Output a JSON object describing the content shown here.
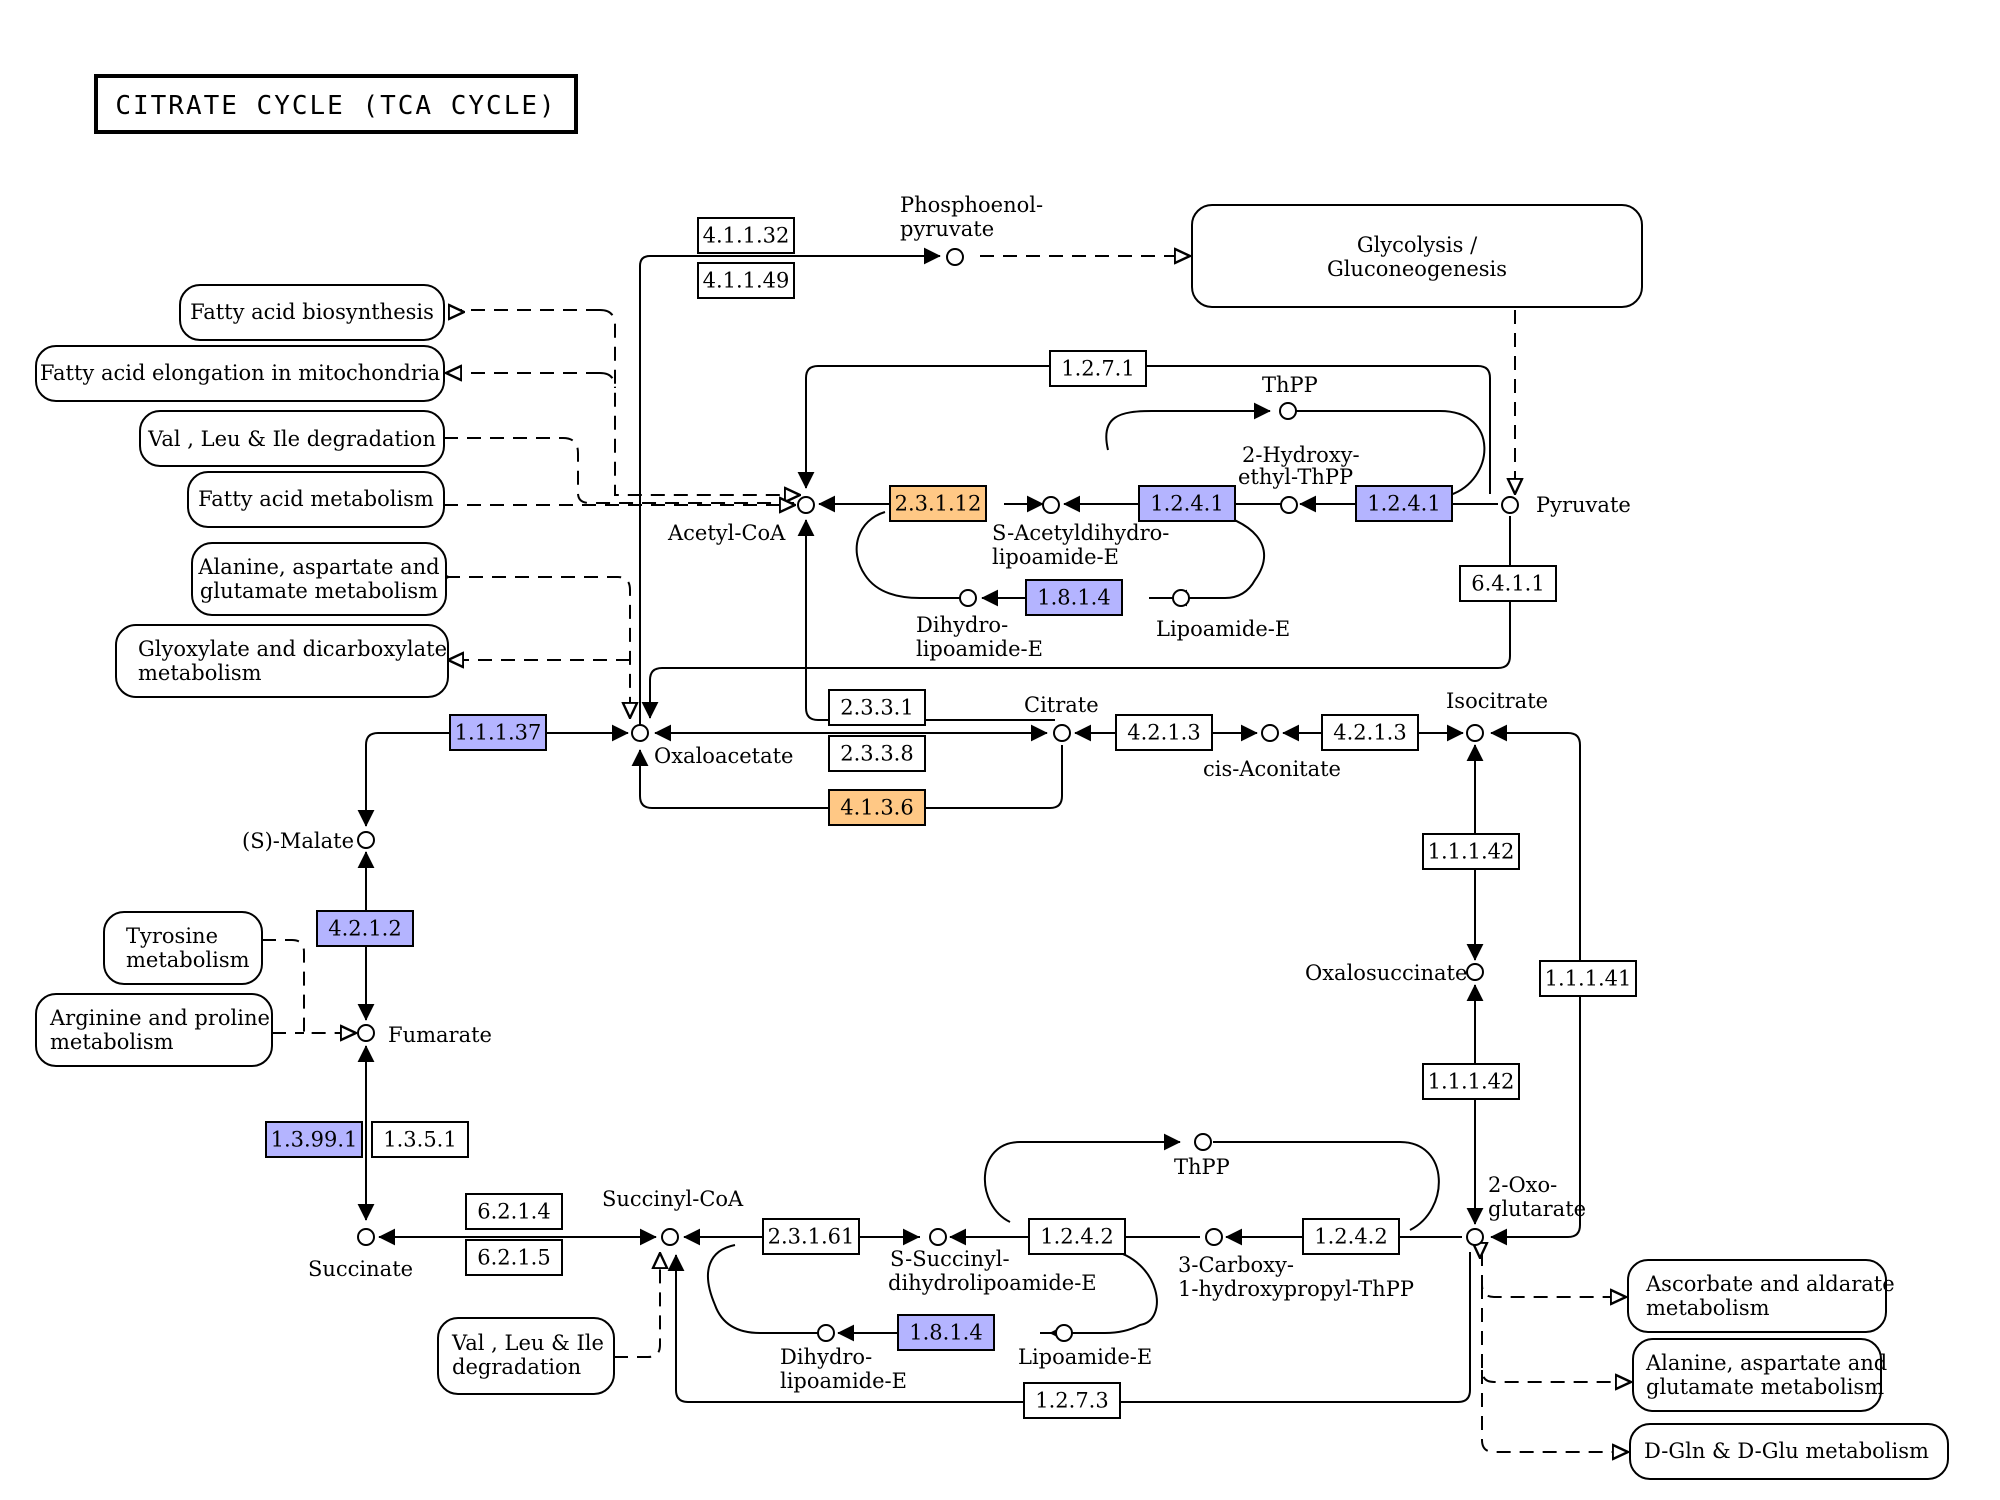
{
  "title": "CITRATE CYCLE (TCA CYCLE)",
  "colors": {
    "enzyme_default": "#ffffff",
    "enzyme_blue": "#b4b4ff",
    "enzyme_orange": "#ffc885",
    "line": "#000000"
  },
  "maps": {
    "glycolysis": [
      "Glycolysis /",
      "Gluconeogenesis"
    ],
    "fab": [
      "Fatty acid biosynthesis"
    ],
    "fa_elong": [
      "Fatty acid elongation in mitochondria"
    ],
    "vli1": [
      "Val , Leu & Ile degradation"
    ],
    "fa_met": [
      "Fatty acid metabolism"
    ],
    "ala1": [
      "Alanine, aspartate and",
      "glutamate metabolism"
    ],
    "glyox": [
      "Glyoxylate and dicarboxylate",
      "metabolism"
    ],
    "tyr": [
      "Tyrosine",
      "metabolism"
    ],
    "arg": [
      "Arginine and proline",
      "metabolism"
    ],
    "vli2": [
      "Val , Leu & Ile",
      "degradation"
    ],
    "asc": [
      "Ascorbate and aldarate",
      "metabolism"
    ],
    "ala2": [
      "Alanine, aspartate and",
      "glutamate metabolism"
    ],
    "dgln": [
      "D-Gln & D-Glu metabolism"
    ]
  },
  "enzymes": {
    "e4_1_1_32": {
      "label": "4.1.1.32",
      "color": "white"
    },
    "e4_1_1_49": {
      "label": "4.1.1.49",
      "color": "white"
    },
    "e1_2_7_1": {
      "label": "1.2.7.1",
      "color": "white"
    },
    "e2_3_1_12": {
      "label": "2.3.1.12",
      "color": "orange"
    },
    "e1_2_4_1a": {
      "label": "1.2.4.1",
      "color": "blue"
    },
    "e1_2_4_1b": {
      "label": "1.2.4.1",
      "color": "blue"
    },
    "e1_8_1_4a": {
      "label": "1.8.1.4",
      "color": "blue"
    },
    "e6_4_1_1": {
      "label": "6.4.1.1",
      "color": "white"
    },
    "e2_3_3_1": {
      "label": "2.3.3.1",
      "color": "white"
    },
    "e2_3_3_8": {
      "label": "2.3.3.8",
      "color": "white"
    },
    "e4_1_3_6": {
      "label": "4.1.3.6",
      "color": "orange"
    },
    "e4_2_1_3a": {
      "label": "4.2.1.3",
      "color": "white"
    },
    "e4_2_1_3b": {
      "label": "4.2.1.3",
      "color": "white"
    },
    "e1_1_1_37": {
      "label": "1.1.1.37",
      "color": "blue"
    },
    "e4_2_1_2": {
      "label": "4.2.1.2",
      "color": "blue"
    },
    "e1_1_1_42a": {
      "label": "1.1.1.42",
      "color": "white"
    },
    "e1_1_1_42b": {
      "label": "1.1.1.42",
      "color": "white"
    },
    "e1_1_1_41": {
      "label": "1.1.1.41",
      "color": "white"
    },
    "e1_3_99_1": {
      "label": "1.3.99.1",
      "color": "blue"
    },
    "e1_3_5_1": {
      "label": "1.3.5.1",
      "color": "white"
    },
    "e6_2_1_4": {
      "label": "6.2.1.4",
      "color": "white"
    },
    "e6_2_1_5": {
      "label": "6.2.1.5",
      "color": "white"
    },
    "e2_3_1_61": {
      "label": "2.3.1.61",
      "color": "white"
    },
    "e1_2_4_2a": {
      "label": "1.2.4.2",
      "color": "white"
    },
    "e1_2_4_2b": {
      "label": "1.2.4.2",
      "color": "white"
    },
    "e1_8_1_4b": {
      "label": "1.8.1.4",
      "color": "blue"
    },
    "e1_2_7_3": {
      "label": "1.2.7.3",
      "color": "white"
    }
  },
  "compounds": {
    "pep": [
      "Phosphoenol-",
      "pyruvate"
    ],
    "thpp1": [
      "ThPP"
    ],
    "hethpp": [
      "2-Hydroxy-",
      "ethyl-ThPP"
    ],
    "pyruvate": [
      "Pyruvate"
    ],
    "acetylcoa": [
      "Acetyl-CoA"
    ],
    "sacetyl": [
      "S-Acetyldihydro-",
      "lipoamide-E"
    ],
    "dihydrolipo1": [
      "Dihydro-",
      "lipoamide-E"
    ],
    "lipo1": [
      "Lipoamide-E"
    ],
    "citrate": [
      "Citrate"
    ],
    "cisaconitate": [
      "cis-Aconitate"
    ],
    "isocitrate": [
      "Isocitrate"
    ],
    "oxaloacetate": [
      "Oxaloacetate"
    ],
    "malate": [
      "(S)-Malate"
    ],
    "fumarate": [
      "Fumarate"
    ],
    "oxalosuccinate": [
      "Oxalosuccinate"
    ],
    "succinate": [
      "Succinate"
    ],
    "succinylcoa": [
      "Succinyl-CoA"
    ],
    "thpp2": [
      "ThPP"
    ],
    "oxoglutarate": [
      "2-Oxo-",
      "glutarate"
    ],
    "ssuccinyl": [
      "S-Succinyl-",
      "dihydrolipoamide-E"
    ],
    "carboxy": [
      "3-Carboxy-",
      "1-hydroxypropyl-ThPP"
    ],
    "dihydrolipo2": [
      "Dihydro-",
      "lipoamide-E"
    ],
    "lipo2": [
      "Lipoamide-E"
    ]
  }
}
